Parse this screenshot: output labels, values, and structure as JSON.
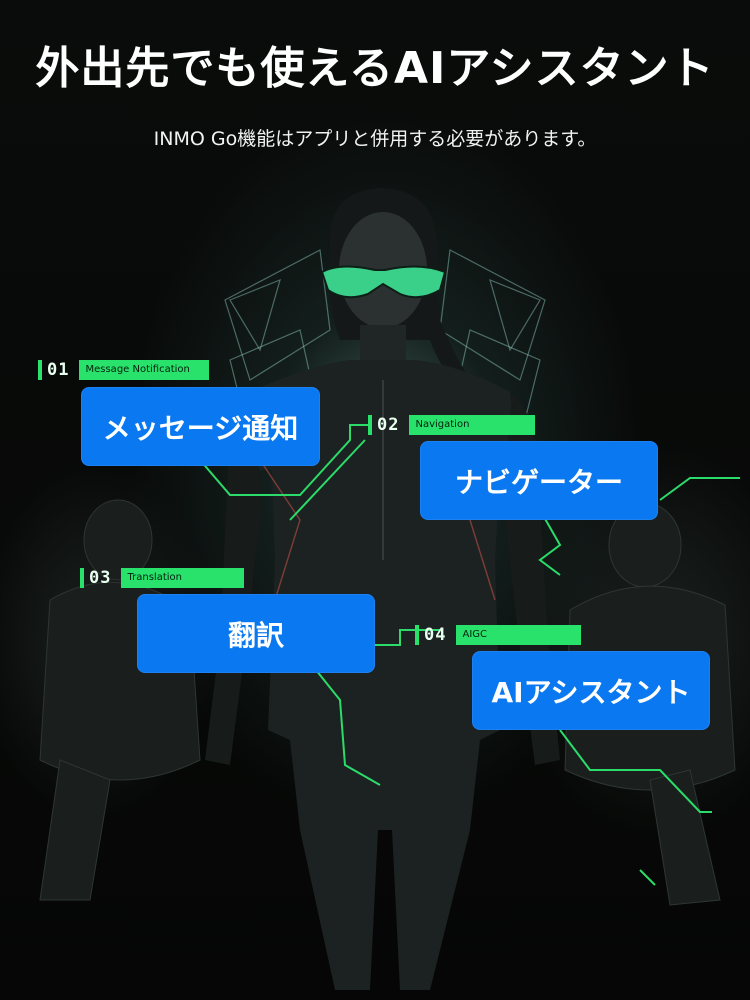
{
  "header": {
    "title": "外出先でも使えるAIアシスタント",
    "subtitle": "INMO Go機能はアプリと併用する必要があります。"
  },
  "features": [
    {
      "number": "01",
      "tag": "Message Notification",
      "label": "メッセージ通知"
    },
    {
      "number": "02",
      "tag": "Navigation",
      "label": "ナビゲーター"
    },
    {
      "number": "03",
      "tag": "Translation",
      "label": "翻訳"
    },
    {
      "number": "04",
      "tag": "AIGC",
      "label": "AIアシスタント"
    }
  ],
  "colors": {
    "accent_green": "#28e26b",
    "bubble_blue": "#0a78f0",
    "background": "#060807"
  }
}
